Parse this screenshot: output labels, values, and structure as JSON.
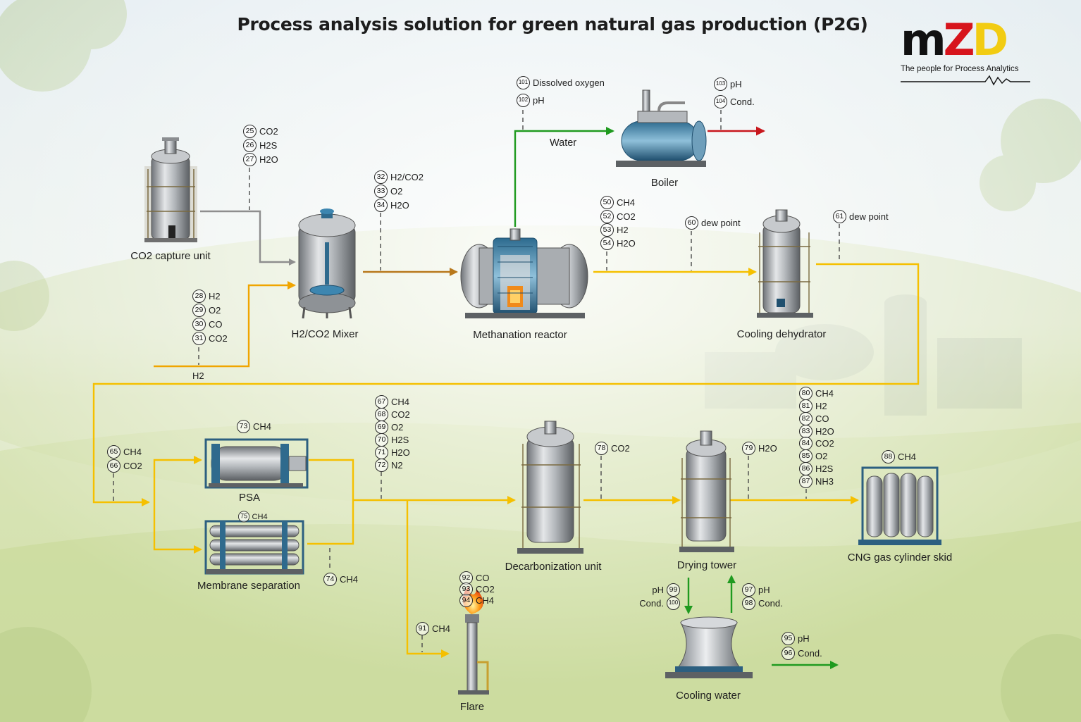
{
  "title": "Process analysis solution for green natural gas production (P2G)",
  "logo": {
    "letters": [
      "m",
      "Z",
      "D"
    ],
    "tagline": "The people for Process Analytics"
  },
  "colors": {
    "gray_line": "#8e8e8e",
    "yellow_line": "#f5c000",
    "orange_line": "#f0a500",
    "brown_line": "#b8781c",
    "green_line": "#1f9a1f",
    "red_line": "#c8171d"
  },
  "units": {
    "co2_capture": "CO2 capture unit",
    "mixer": "H2/CO2 Mixer",
    "methanation": "Methanation reactor",
    "boiler": "Boiler",
    "cooling_dehydrator": "Cooling dehydrator",
    "psa": "PSA",
    "membrane": "Membrane separation",
    "decarbonization": "Decarbonization unit",
    "drying_tower": "Drying tower",
    "cng_skid": "CNG gas cylinder skid",
    "flare": "Flare",
    "cooling_water": "Cooling water"
  },
  "stream_labels": {
    "water": "Water",
    "h2": "H2"
  },
  "measurements": {
    "m25": {
      "num": "25",
      "text": "CO2"
    },
    "m26": {
      "num": "26",
      "text": "H2S"
    },
    "m27": {
      "num": "27",
      "text": "H2O"
    },
    "m28": {
      "num": "28",
      "text": "H2"
    },
    "m29": {
      "num": "29",
      "text": "O2"
    },
    "m30": {
      "num": "30",
      "text": "CO"
    },
    "m31": {
      "num": "31",
      "text": "CO2"
    },
    "m32": {
      "num": "32",
      "text": "H2/CO2"
    },
    "m33": {
      "num": "33",
      "text": "O2"
    },
    "m34": {
      "num": "34",
      "text": "H2O"
    },
    "m101": {
      "num": "101",
      "text": "Dissolved oxygen"
    },
    "m102": {
      "num": "102",
      "text": "pH"
    },
    "m103": {
      "num": "103",
      "text": "pH"
    },
    "m104": {
      "num": "104",
      "text": "Cond."
    },
    "m50": {
      "num": "50",
      "text": "CH4"
    },
    "m52": {
      "num": "52",
      "text": "CO2"
    },
    "m53": {
      "num": "53",
      "text": "H2"
    },
    "m54": {
      "num": "54",
      "text": "H2O"
    },
    "m60": {
      "num": "60",
      "text": "dew point"
    },
    "m61": {
      "num": "61",
      "text": "dew point"
    },
    "m65": {
      "num": "65",
      "text": "CH4"
    },
    "m66": {
      "num": "66",
      "text": "CO2"
    },
    "m73": {
      "num": "73",
      "text": "CH4"
    },
    "m75": {
      "num": "75",
      "text": "CH4"
    },
    "m74": {
      "num": "74",
      "text": "CH4"
    },
    "m67": {
      "num": "67",
      "text": "CH4"
    },
    "m68": {
      "num": "68",
      "text": "CO2"
    },
    "m69": {
      "num": "69",
      "text": "O2"
    },
    "m70": {
      "num": "70",
      "text": "H2S"
    },
    "m71": {
      "num": "71",
      "text": "H2O"
    },
    "m72": {
      "num": "72",
      "text": "N2"
    },
    "m78": {
      "num": "78",
      "text": "CO2"
    },
    "m79": {
      "num": "79",
      "text": "H2O"
    },
    "m80": {
      "num": "80",
      "text": "CH4"
    },
    "m81": {
      "num": "81",
      "text": "H2"
    },
    "m82": {
      "num": "82",
      "text": "CO"
    },
    "m83": {
      "num": "83",
      "text": "H2O"
    },
    "m84": {
      "num": "84",
      "text": "CO2"
    },
    "m85": {
      "num": "85",
      "text": "O2"
    },
    "m86": {
      "num": "86",
      "text": "H2S"
    },
    "m87": {
      "num": "87",
      "text": "NH3"
    },
    "m88": {
      "num": "88",
      "text": "CH4"
    },
    "m92": {
      "num": "92",
      "text": "CO"
    },
    "m93": {
      "num": "93",
      "text": "CO2"
    },
    "m94": {
      "num": "94",
      "text": "CH4"
    },
    "m91": {
      "num": "91",
      "text": "CH4"
    },
    "m99": {
      "num": "99",
      "text": "pH"
    },
    "m100": {
      "num": "100",
      "text": "Cond."
    },
    "m97": {
      "num": "97",
      "text": "pH"
    },
    "m98": {
      "num": "98",
      "text": "Cond."
    },
    "m95": {
      "num": "95",
      "text": "pH"
    },
    "m96": {
      "num": "96",
      "text": "Cond."
    }
  }
}
